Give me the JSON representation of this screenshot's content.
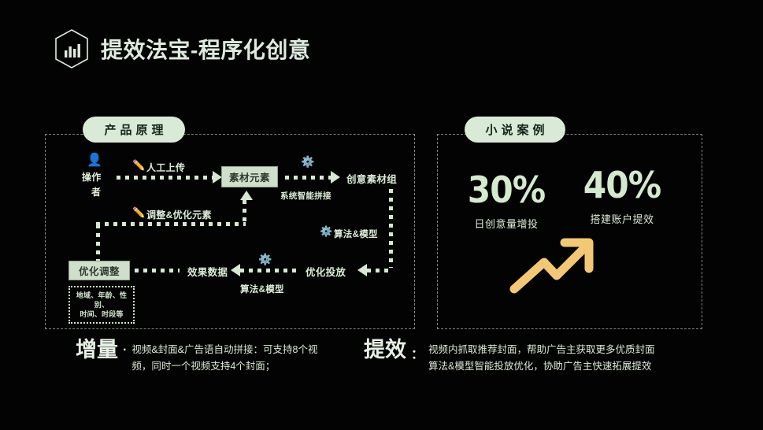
{
  "header": {
    "title": "提效法宝-程序化创意",
    "icon": "hexagon-bar-chart-icon"
  },
  "panels": {
    "left": {
      "pill_label": "产品原理",
      "flow": {
        "operator_icon": "operator-person-icon",
        "operator_label_line1": "操作",
        "operator_label_line2": "者",
        "upload_icon": "pencil-icon",
        "upload_label": "人工上传",
        "material_node": "素材元素",
        "assemble_icon": "gear-icon",
        "assemble_label": "系统智能拼接",
        "creative_group": "创意素材组",
        "adjust_icon": "pencil-icon",
        "adjust_label": "调整&优化元素",
        "algo_icon_right": "gear-icon",
        "algo_label_right": "算法&模型",
        "optimize_node": "优化调整",
        "optimize_subbox": "地域、年龄、性别、\n时间、时段等",
        "subbox_line1": "地域、年龄、性别、",
        "subbox_line2": "时间、时段等",
        "effect_data": "效果数据",
        "algo_icon_mid": "gear-icon",
        "algo_label_mid": "算法&模型",
        "delivery": "优化投放"
      }
    },
    "right": {
      "pill_label": "小说案例",
      "stats": [
        {
          "value": "30%",
          "caption": "日创意量增投"
        },
        {
          "value": "40%",
          "caption": "搭建账户提效"
        }
      ],
      "trend_icon": "upward-trend-arrow-icon"
    }
  },
  "notes": {
    "left": {
      "title": "增量",
      "separator": "·",
      "body_line1": "视频&封面&广告语自动拼接：可支持8个视",
      "body_line2": "频，同时一个视频支持4个封面；"
    },
    "right": {
      "title": "提效",
      "separator": "：",
      "body_line1": "视频内抓取推荐封面，帮助广告主获取更多优质封面",
      "body_line2": "算法&模型智能投放优化，协助广告主快速拓展提效"
    }
  },
  "colors": {
    "background": "#030303",
    "accent_green": "#d9ebd6",
    "text_light": "#dcecd8",
    "node_fill": "#cfdfcb",
    "trend_orange": "#f2c877",
    "panel_border": "#7d8a7b"
  }
}
